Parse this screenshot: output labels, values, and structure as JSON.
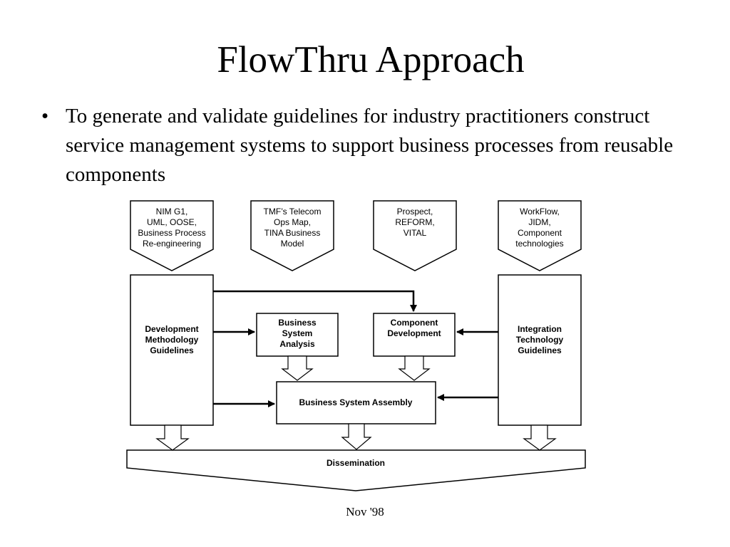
{
  "slide": {
    "title": "FlowThru Approach",
    "bullet_text": "To generate and validate guidelines for industry practitioners construct service management systems to support business processes from reusable components",
    "footer": "Nov '98"
  },
  "diagram": {
    "inputs": [
      [
        "NIM G1,",
        "UML, OOSE,",
        "Business Process",
        "Re-engineering"
      ],
      [
        "TMF’s Telecom",
        "Ops Map,",
        "TINA Business",
        "Model"
      ],
      [
        "Prospect,",
        "REFORM,",
        "VITAL"
      ],
      [
        "WorkFlow,",
        "JIDM,",
        "Component",
        "technologies"
      ]
    ],
    "dev_methodology": [
      "Development",
      "Methodology",
      "Guidelines"
    ],
    "integration": [
      "Integration",
      "Technology",
      "Guidelines"
    ],
    "business_analysis": [
      "Business",
      "System",
      "Analysis"
    ],
    "component_dev": [
      "Component",
      "Development"
    ],
    "assembly": "Business System Assembly",
    "dissemination": "Dissemination"
  }
}
